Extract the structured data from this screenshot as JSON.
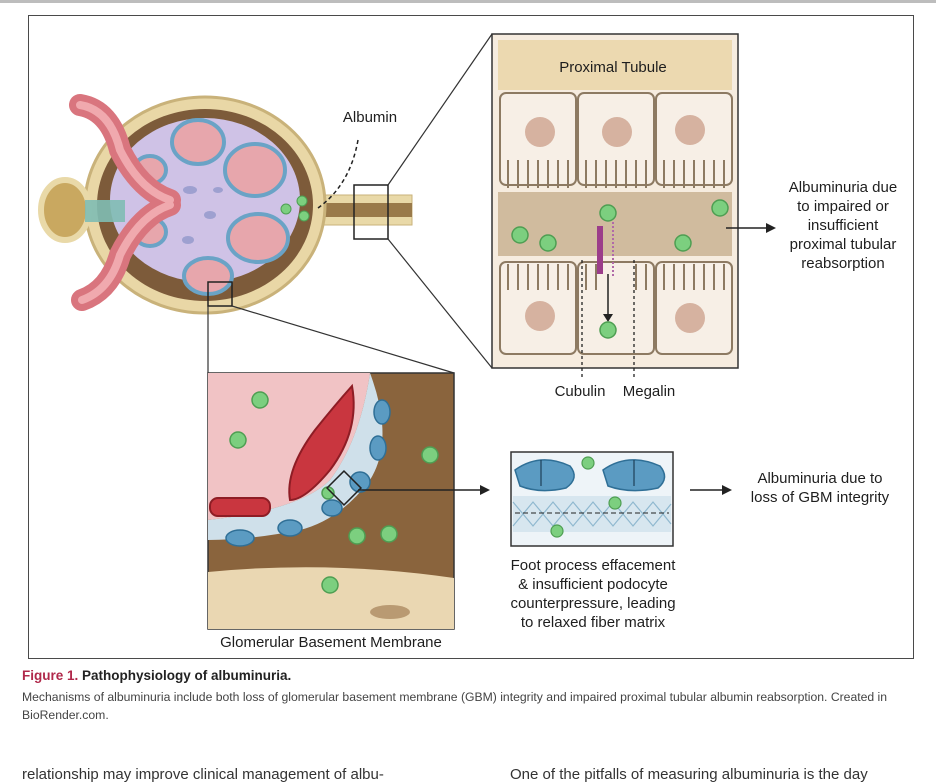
{
  "diagram": {
    "labels": {
      "proximal_tubule": "Proximal Tubule",
      "albumin": "Albumin",
      "cubulin": "Cubulin",
      "megalin": "Megalin",
      "gbm": "Glomerular Basement Membrane",
      "tubular_outcome": [
        "Albuminuria due",
        "to impaired or",
        "insufficient",
        "proximal tubular",
        "reabsorption"
      ],
      "gbm_outcome": [
        "Albuminuria due to",
        "loss of GBM integrity"
      ],
      "foot_process": [
        "Foot process effacement",
        "& insufficient podocyte",
        "counterpressure, leading",
        "to relaxed fiber matrix"
      ]
    },
    "colors": {
      "albumin": "#7ccf7f",
      "capillary": "#e8a0a6",
      "podocyte": "#5b9bc2",
      "bowman": "#7a5a3a",
      "tubule_bg": "#f4e7d8",
      "vessel": "#d9757e"
    }
  },
  "caption": {
    "figure_label": "Figure 1.",
    "title": "Pathophysiology of albuminuria.",
    "text": "Mechanisms of albuminuria include both loss of glomerular basement membrane (GBM) integrity and impaired proximal tubular albumin reabsorption. Created in BioRender.com."
  },
  "body_text": {
    "left_fragment": "relationship may improve clinical management of albu-",
    "right_fragment": "One of the pitfalls of measuring albuminuria is the day"
  }
}
